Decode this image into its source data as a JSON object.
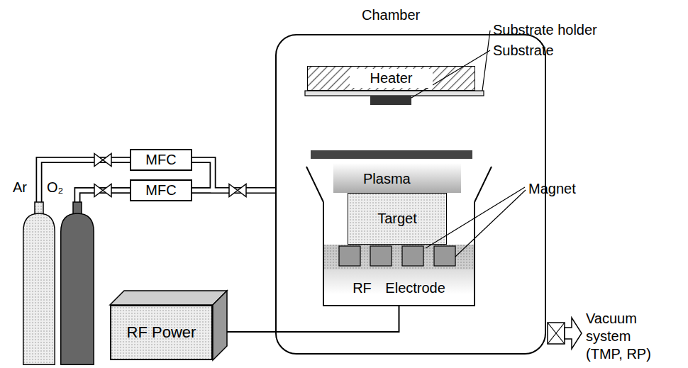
{
  "diagram": {
    "nodes": [
      {
        "text": [
          "Chamber"
        ]
      },
      {
        "text": [
          "Heater"
        ],
        "in": 0
      },
      {
        "text": [
          "Target"
        ],
        "in": 0
      },
      {
        "text": [
          "RF Electrode"
        ],
        "in": 0
      },
      {
        "text": [
          "MFC"
        ]
      },
      {
        "text": [
          "MFC"
        ]
      },
      {
        "text": [
          "Ar"
        ]
      },
      {
        "text": [
          "O₂"
        ]
      },
      {
        "text": [
          "RF Power"
        ]
      }
    ],
    "edges": [
      {
        "from": 6,
        "to": 4,
        "arrow": "none"
      },
      {
        "from": 7,
        "to": 5,
        "arrow": "none"
      },
      {
        "from": 4,
        "to": 0,
        "arrow": "none"
      },
      {
        "from": 5,
        "to": 0,
        "arrow": "none"
      },
      {
        "from": 8,
        "to": 3,
        "arrow": "none"
      }
    ],
    "labels": [
      "Substrate holder",
      "Substrate",
      "Plasma",
      "Magnet",
      "Vacuum system (TMP, RP)"
    ]
  }
}
